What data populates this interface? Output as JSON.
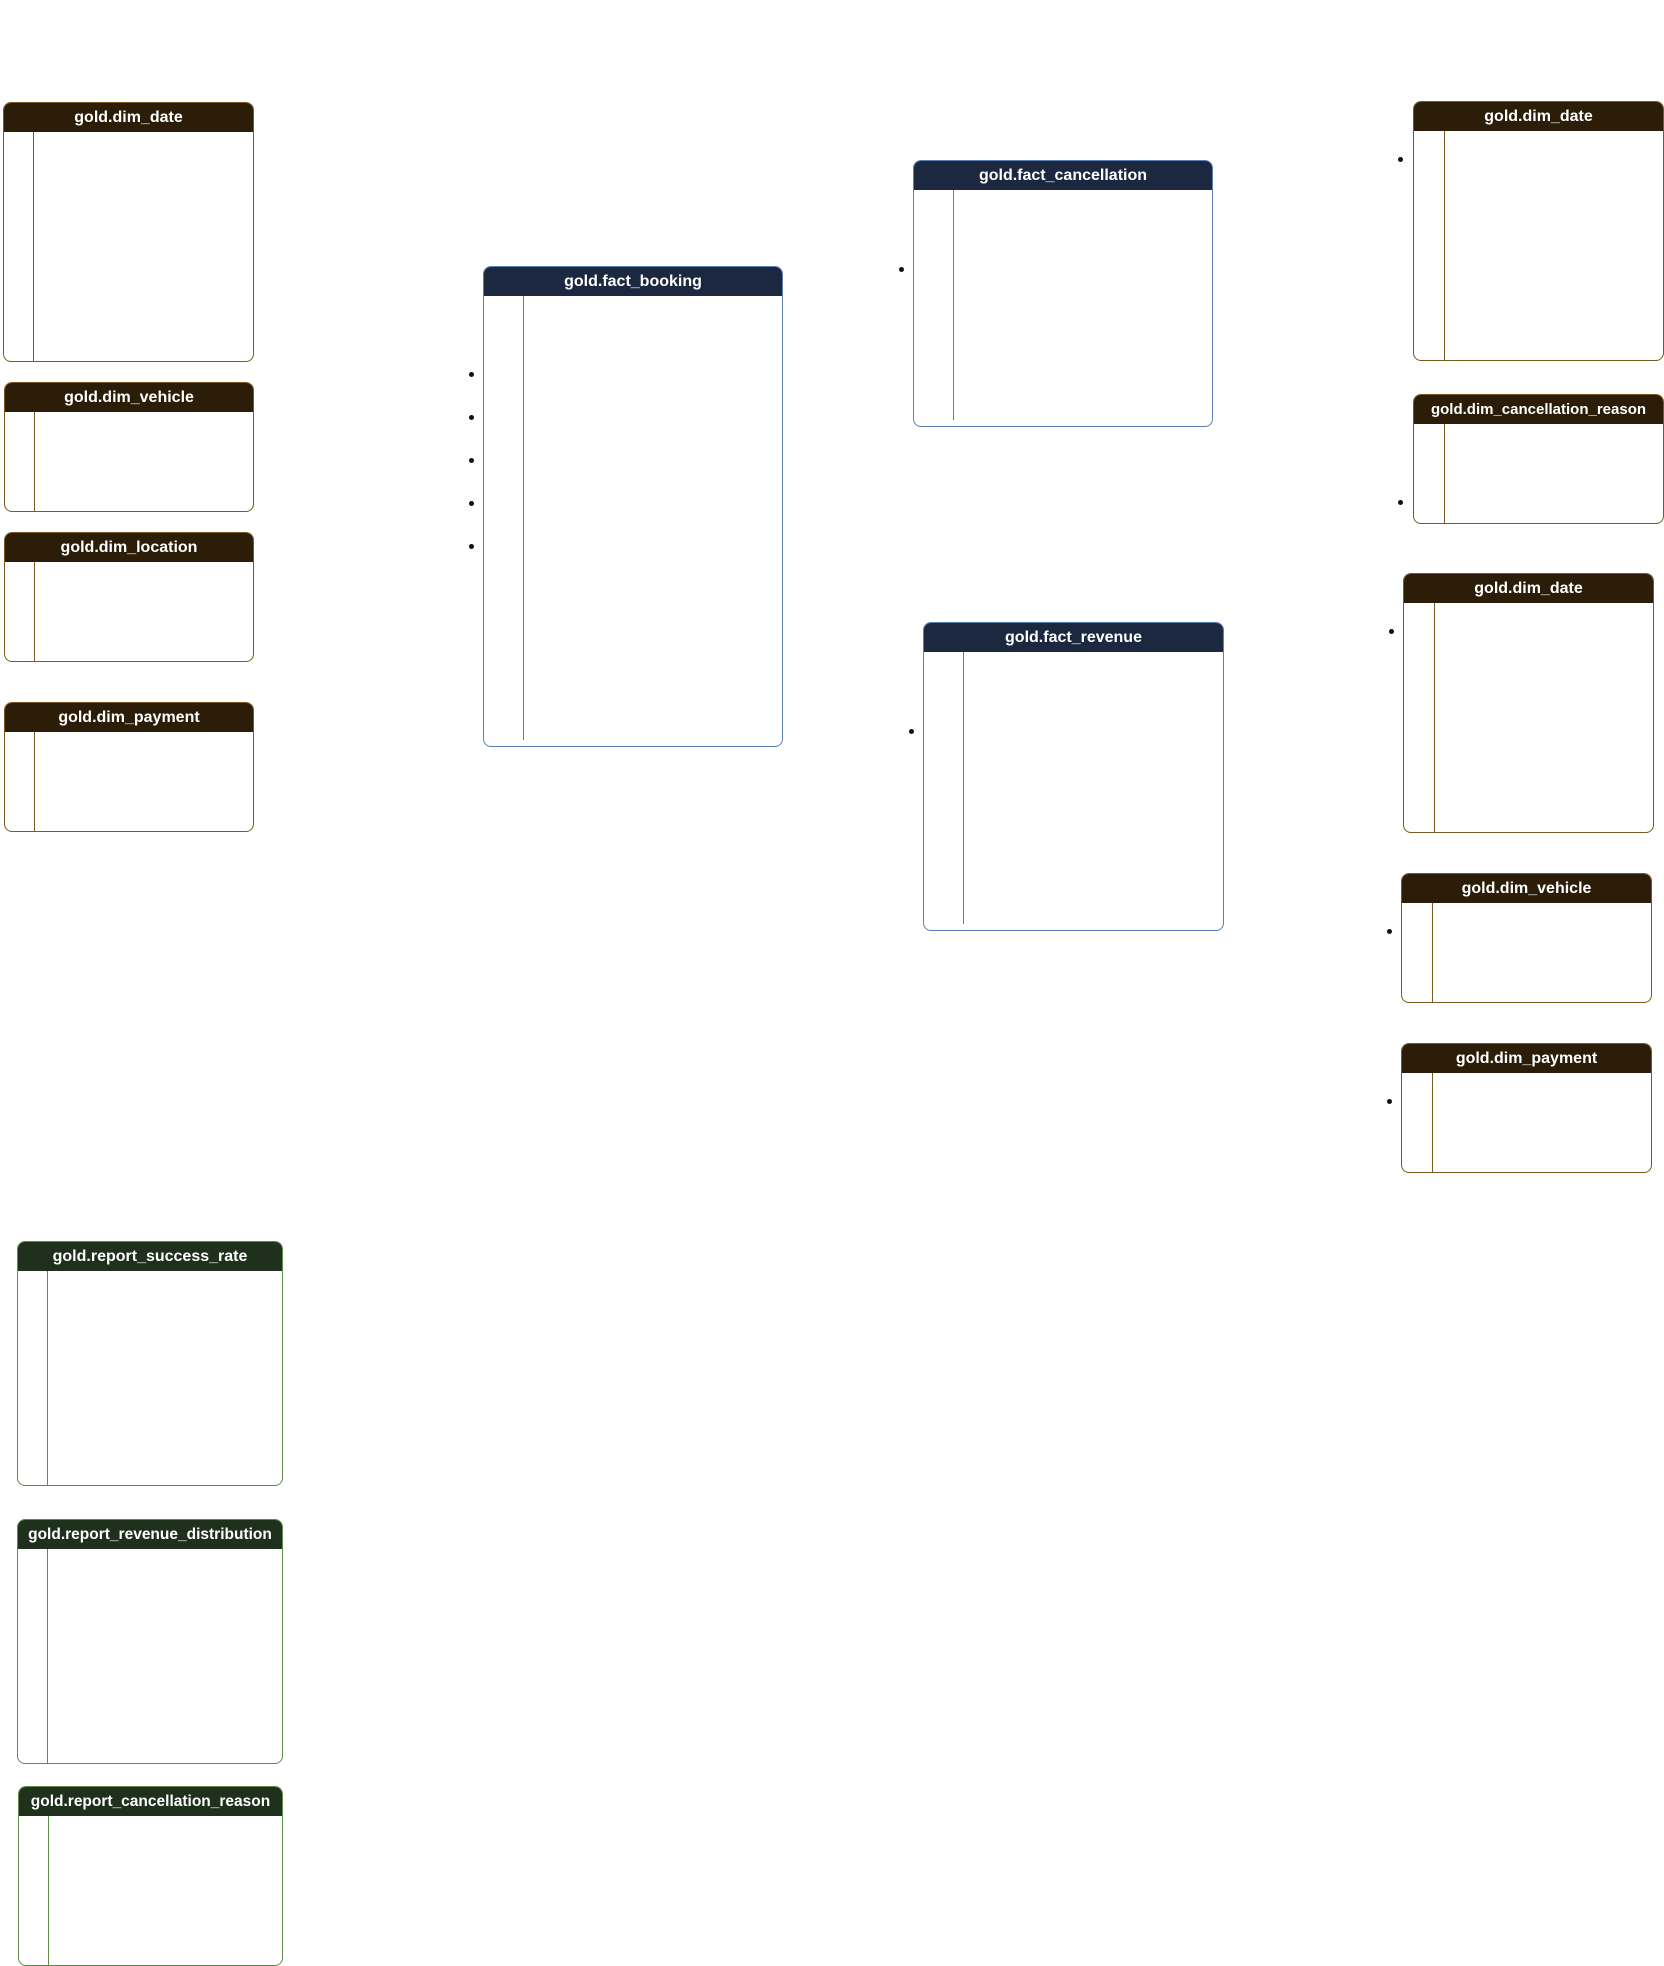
{
  "colors": {
    "dimension_header": "#2b1d07",
    "dimension_border": "#7a5a1e",
    "fact_header": "#1c2840",
    "fact_border": "#5b7fb3",
    "report_header": "#1f301d",
    "report_border": "#5f8a4a"
  },
  "tables": {
    "left_dim_date": "gold.dim_date",
    "left_dim_vehicle": "gold.dim_vehicle",
    "left_dim_location": "gold.dim_location",
    "left_dim_payment": "gold.dim_payment",
    "fact_booking": "gold.fact_booking",
    "fact_cancellation": "gold.fact_cancellation",
    "fact_revenue": "gold.fact_revenue",
    "right_dim_date_1": "gold.dim_date",
    "right_dim_cancellation_reason": "gold.dim_cancellation_reason",
    "right_dim_date_2": "gold.dim_date",
    "right_dim_vehicle": "gold.dim_vehicle",
    "right_dim_payment": "gold.dim_payment",
    "report_success_rate": "gold.report_success_rate",
    "report_revenue_distribution": "gold.report_revenue_distribution",
    "report_cancellation_reason": "gold.report_cancellation_reason"
  }
}
